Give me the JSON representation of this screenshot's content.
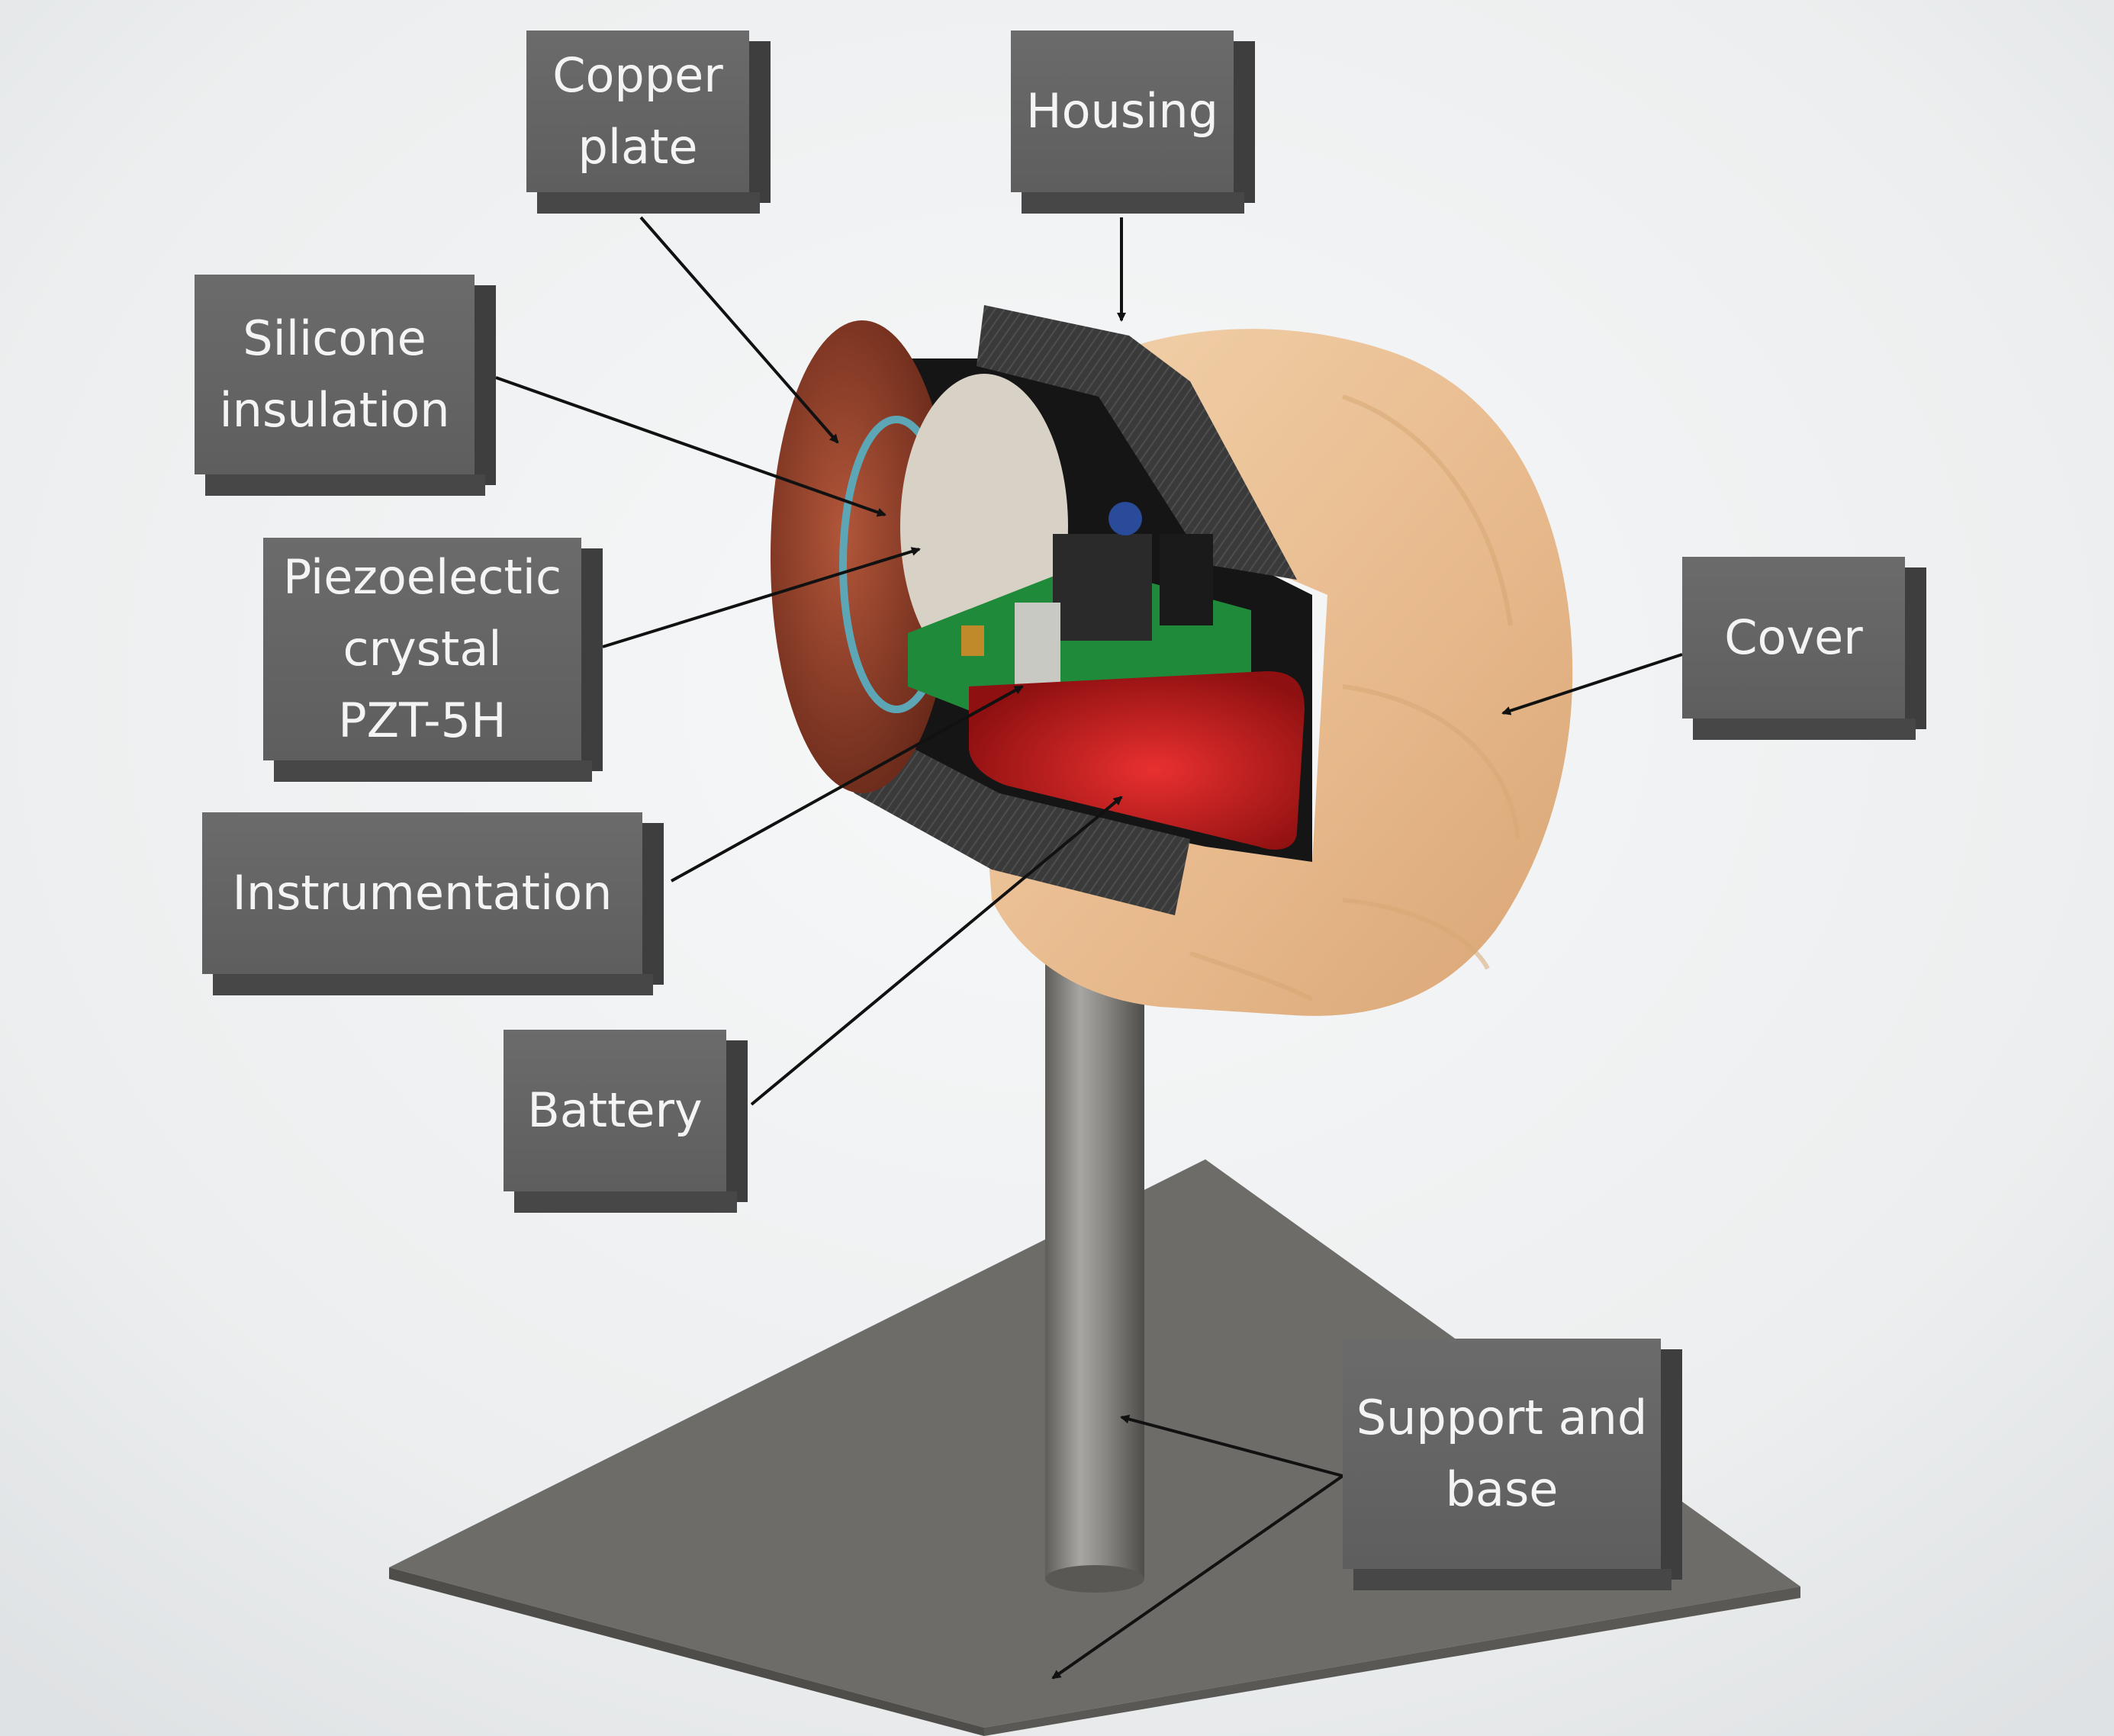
{
  "labels": {
    "copper_plate": "Copper\nplate",
    "housing": "Housing",
    "silicone_insulation": "Silicone\ninsulation",
    "piezoelectric_crystal": "Piezoelectic\ncrystal\nPZT-5H",
    "instrumentation": "Instrumentation",
    "battery": "Battery",
    "cover": "Cover",
    "support_and_base": "Support and\nbase"
  },
  "colors": {
    "label_face": "#636363",
    "label_text": "#f4f4f4",
    "wood_cover": "#e9bf95",
    "housing_mesh": "#3a3a3a",
    "copper": "#8a3a25",
    "pcb": "#1f8a3a",
    "battery": "#c81e1e",
    "piezo_disc": "#d8d2c6",
    "support": "#8c8a86",
    "base": "#6e6c68",
    "background": "#eceeef"
  }
}
